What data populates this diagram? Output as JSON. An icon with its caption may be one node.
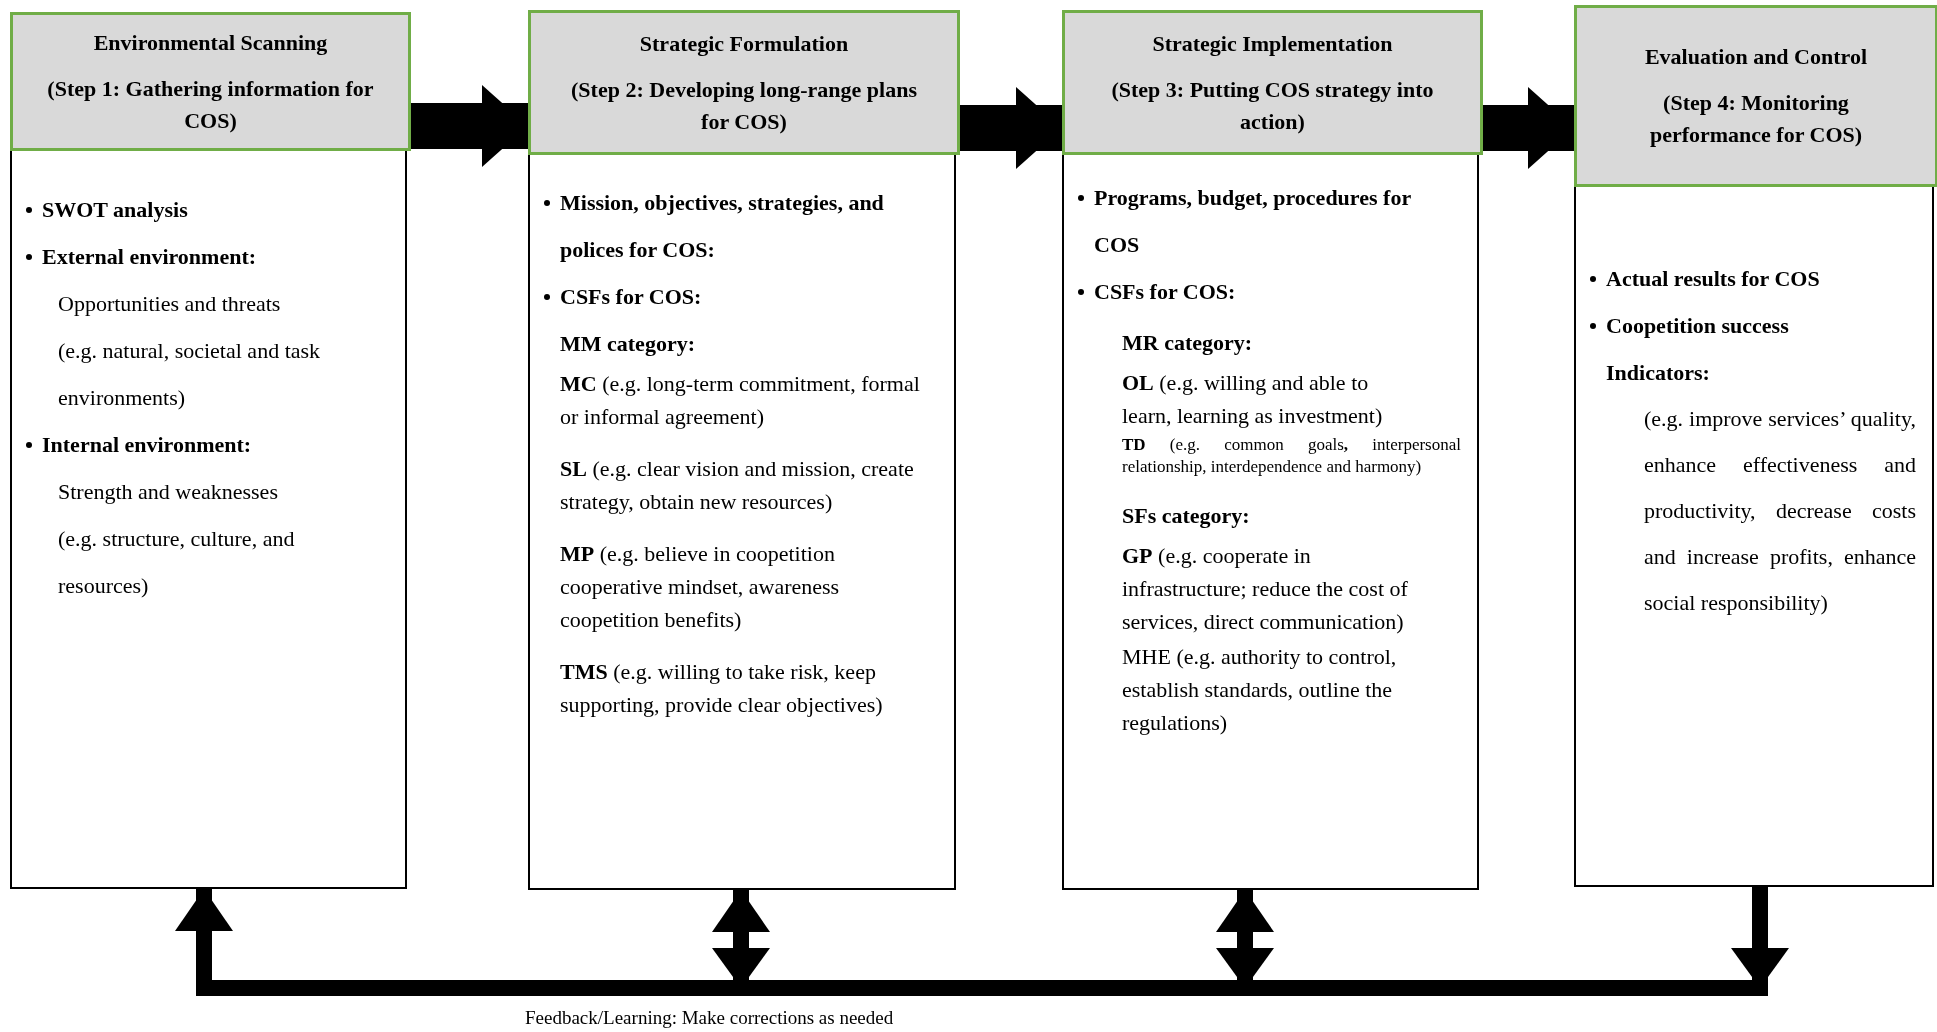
{
  "diagram": {
    "nodes": [
      {
        "text": [
          "SWOT analysis",
          "External environment:",
          "Opportunities and threats",
          "(e.g. natural, societal and task environments)",
          "Internal environment:",
          "Strength and weaknesses",
          "(e.g. structure, culture, and resources)"
        ]
      },
      {
        "text": [
          "Environmental Scanning",
          "(Step 1: Gathering information for COS)"
        ],
        "in": 0
      },
      {
        "text": [
          "Mission, objectives, strategies, and polices for COS:",
          "CSFs for COS:",
          "MM category:",
          "**MC** (e.g. long-term commitment, formal or informal agreement)",
          "**SL** (e.g. clear vision and mission, create strategy, obtain new resources)",
          "**MP** (e.g. believe in coopetition cooperative mindset, awareness coopetition benefits)",
          "**TMS** (e.g. willing to take risk, keep supporting, provide clear objectives)"
        ]
      },
      {
        "text": [
          "Strategic Formulation",
          "(Step 2: Developing long-range plans for COS)"
        ],
        "in": 2
      },
      {
        "text": [
          "Programs, budget, procedures for COS",
          "CSFs for COS:",
          "MR category:",
          "**OL** (e.g. willing and able to learn, learning as investment)",
          "**TD** (e.g. common goals**,** interpersonal relationship, interdependence and harmony)",
          "SFs category:",
          "**GP** (e.g. cooperate in infrastructure; reduce the cost of services, direct communication)",
          "MHE (e.g. authority to control, establish standards, outline the regulations)"
        ]
      },
      {
        "text": [
          "Strategic Implementation",
          "(Step 3: Putting COS strategy into action)"
        ],
        "in": 4
      },
      {
        "text": [
          "Actual results for COS",
          "Coopetition success",
          "Indicators:",
          "(e.g. improve services’ quality, enhance effectiveness and productivity, decrease costs and increase profits, enhance social responsibility)"
        ]
      },
      {
        "text": [
          "Evaluation and Control",
          "(Step 4: Monitoring performance for COS)"
        ],
        "in": 6
      }
    ],
    "edges": [
      {
        "from": 1,
        "to": 3,
        "arrow": "to",
        "style": "thick"
      },
      {
        "from": 3,
        "to": 5,
        "arrow": "to",
        "style": "thick"
      },
      {
        "from": 5,
        "to": 7,
        "arrow": "to",
        "style": "thick"
      },
      {
        "from": 6,
        "to": 0,
        "arrow": "to"
      },
      {
        "from": 6,
        "to": 2,
        "arrow": "to"
      },
      {
        "from": 6,
        "to": 4,
        "arrow": "to"
      }
    ],
    "labels": [
      "Feedback/Learning: Make corrections as needed"
    ]
  }
}
